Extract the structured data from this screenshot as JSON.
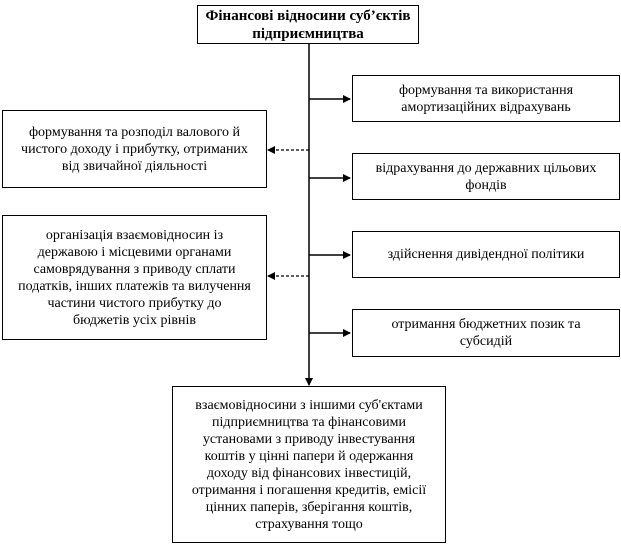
{
  "diagram": {
    "title_line1": "Фінансові відносини суб’єктів",
    "title_line2": "підприємництва",
    "right": [
      {
        "line1": "формування та використання",
        "line2": "амортизаційних відрахувань"
      },
      {
        "line1": "відрахування до державних цільових",
        "line2": "фондів"
      },
      {
        "line1": "здійснення дивідендної політики",
        "line2": ""
      },
      {
        "line1": "отримання бюджетних позик та",
        "line2": "субсидій"
      }
    ],
    "left": [
      {
        "lines": [
          "формування та розподіл валового  й",
          "чистого доходу і прибутку, отриманих",
          "від звичайної діяльності"
        ]
      },
      {
        "lines": [
          "організація взаємовідносин із",
          "державою і місцевими органами",
          "самоврядування з приводу сплати",
          "податків, інших платежів та вилучення",
          "частини чистого прибутку до",
          "бюджетів усіх рівнів"
        ]
      }
    ],
    "bottom": {
      "lines": [
        "взаємовідносини з іншими суб'єктами",
        "підприємництва та фінансовими",
        "установами з приводу інвестування",
        "коштів у цінні папери й одержання",
        "доходу від фінансових інвестицій,",
        "отримання і погашення кредитів, емісії",
        "цінних паперів, зберігання коштів,",
        "страхування тощо"
      ]
    }
  }
}
